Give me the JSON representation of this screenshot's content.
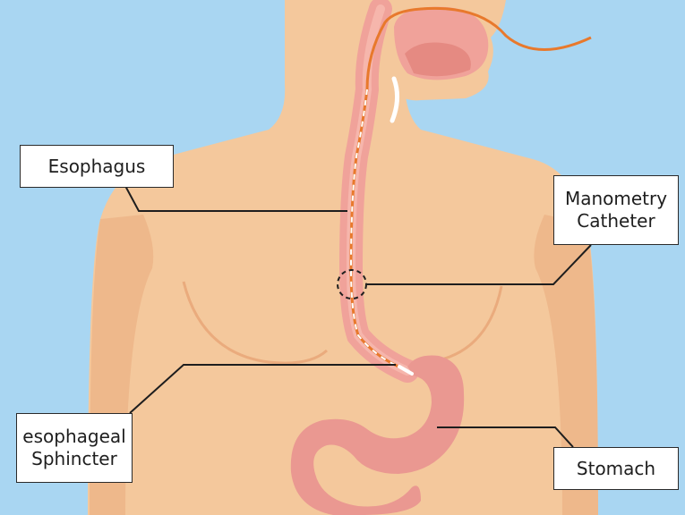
{
  "labels": {
    "esophagus": "Esophagus",
    "manometry_line1": "Manometry",
    "manometry_line2": "Catheter",
    "sphincter_line1": "esophageal",
    "sphincter_line2": "Sphincter",
    "stomach": "Stomach"
  },
  "colors": {
    "background": "#a9d6f2",
    "skin": "#f4c89c",
    "skin_shadow": "#eaab7d",
    "esophagus": "#f0a29a",
    "stomach": "#ea9891",
    "catheter": "#e8792c",
    "leader_line": "#1e1e1e"
  }
}
